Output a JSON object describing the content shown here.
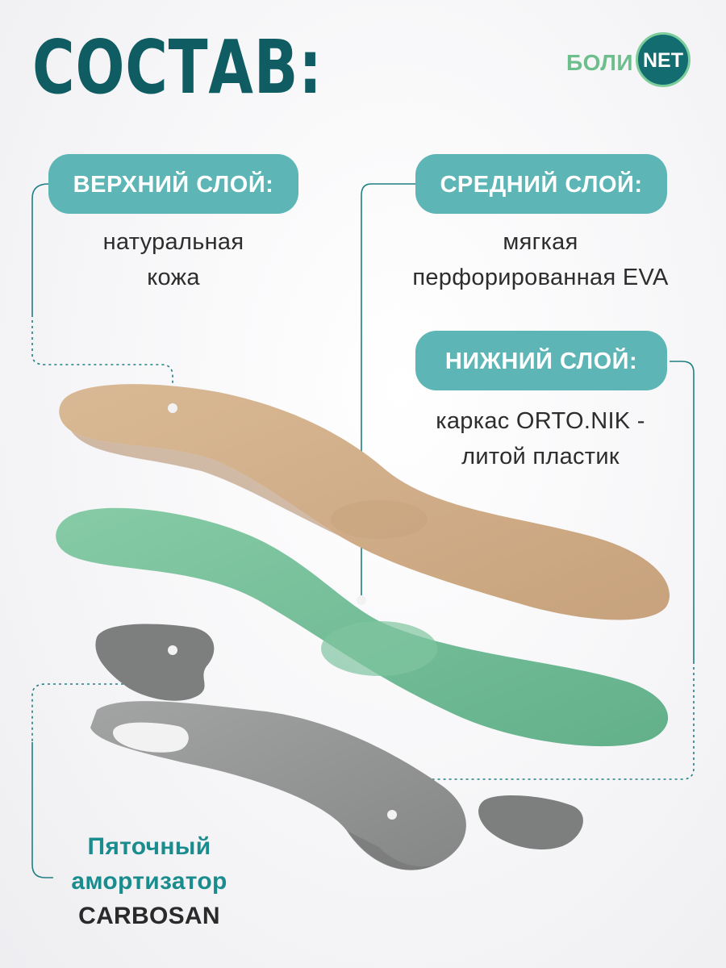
{
  "title": "СОСТАВ:",
  "logo": {
    "left_text": "БОЛИ",
    "circle_text": "NET"
  },
  "layers": {
    "top": {
      "label": "ВЕРХНИЙ СЛОЙ:",
      "line1": "натуральная",
      "line2": "кожа"
    },
    "middle": {
      "label": "СРЕДНИЙ СЛОЙ:",
      "line1": "мягкая",
      "line2": "перфорированная EVA"
    },
    "bottom": {
      "label": "НИЖНИЙ СЛОЙ:",
      "line1": "каркас ORTO.NIK -",
      "line2": "литой пластик"
    }
  },
  "heel": {
    "line1": "Пяточный",
    "line2": "амортизатор",
    "line3": "CARBOSAN"
  },
  "colors": {
    "title": "#0f5d63",
    "pill": "#5eb5b5",
    "leather": "#cfae8c",
    "eva": "#6fbd95",
    "plastic": "#8f9090",
    "heel_accent": "#1b8c8e"
  }
}
